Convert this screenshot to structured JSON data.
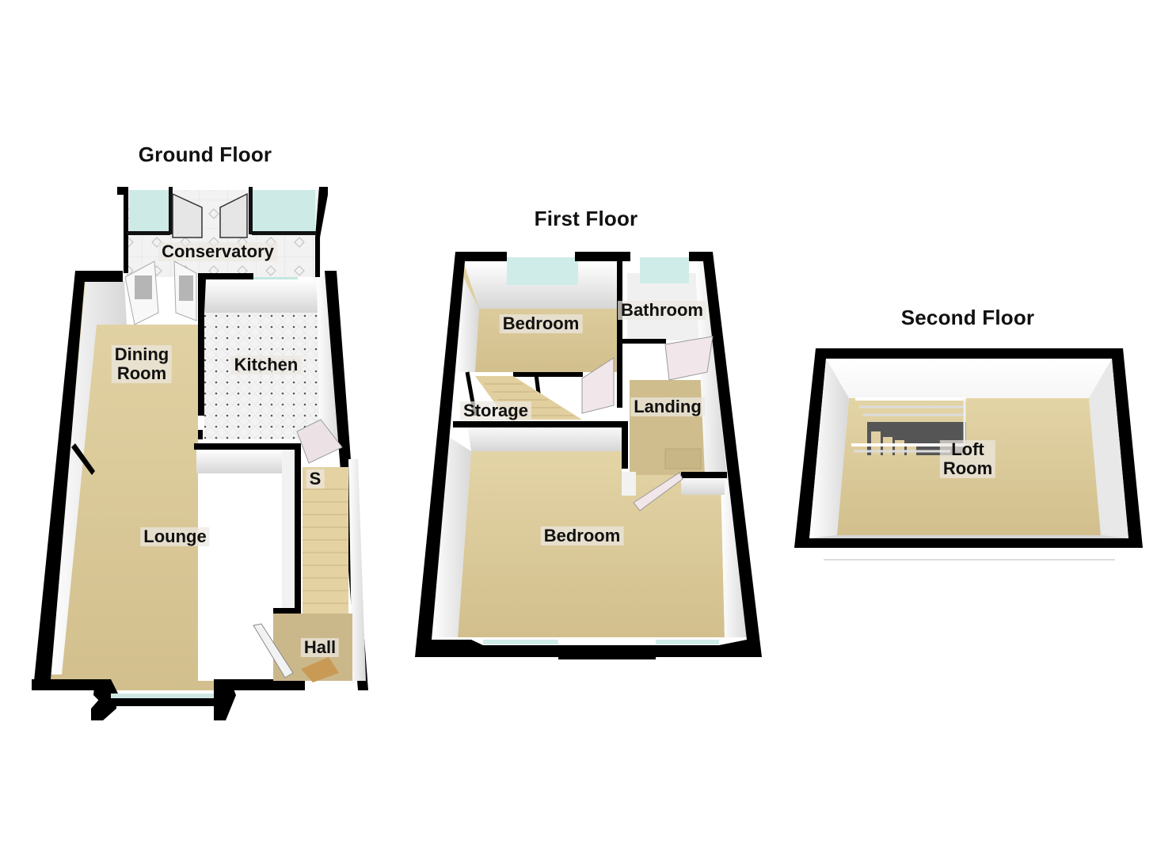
{
  "floors": [
    {
      "title": "Ground Floor",
      "rooms": [
        {
          "label": "Conservatory"
        },
        {
          "label": "Dining\nRoom"
        },
        {
          "label": "Kitchen"
        },
        {
          "label": "Lounge"
        },
        {
          "label": "S"
        },
        {
          "label": "Hall"
        }
      ]
    },
    {
      "title": "First Floor",
      "rooms": [
        {
          "label": "Bedroom"
        },
        {
          "label": "Bathroom"
        },
        {
          "label": "Storage"
        },
        {
          "label": "Landing"
        },
        {
          "label": "Bedroom"
        }
      ]
    },
    {
      "title": "Second Floor",
      "rooms": [
        {
          "label": "Loft\nRoom"
        }
      ]
    }
  ],
  "colors": {
    "wall": "#000000",
    "carpet": "#d9c89a",
    "inner_wall": "#f4f4f4",
    "glass": "#cfece8",
    "tile": "#eeeeee",
    "door": "#f1e7ea"
  }
}
